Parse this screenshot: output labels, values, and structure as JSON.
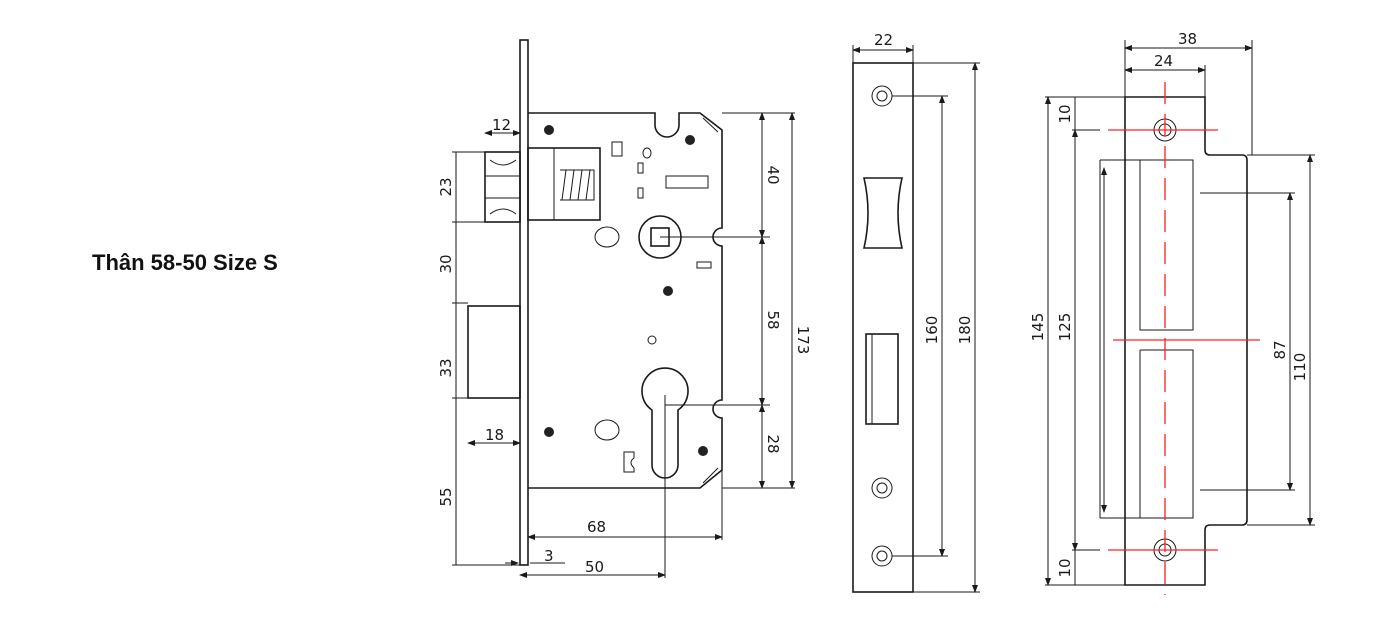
{
  "title": "Thân 58-50 Size S",
  "colors": {
    "line": "#1a1a1a",
    "centerline": "#ff2020"
  },
  "lock_body": {
    "dims": {
      "latch_width": "12",
      "latch_height": "23",
      "gap": "30",
      "deadbolt_height": "33",
      "deadbolt_width": "18",
      "bottom": "55",
      "depth": "68",
      "faceplate": "3",
      "backset": "50",
      "top_to_spindle": "40",
      "center_distance": "58",
      "cylinder_to_bottom": "28",
      "body_height": "173"
    }
  },
  "faceplate": {
    "dims": {
      "width": "22",
      "screw_spacing": "160",
      "length": "180"
    }
  },
  "strike_plate": {
    "dims": {
      "width": "38",
      "plate_width": "24",
      "length": "145",
      "screw_spacing": "125",
      "top_offset": "10",
      "bottom_offset": "10",
      "inner": "87",
      "box": "110"
    }
  }
}
